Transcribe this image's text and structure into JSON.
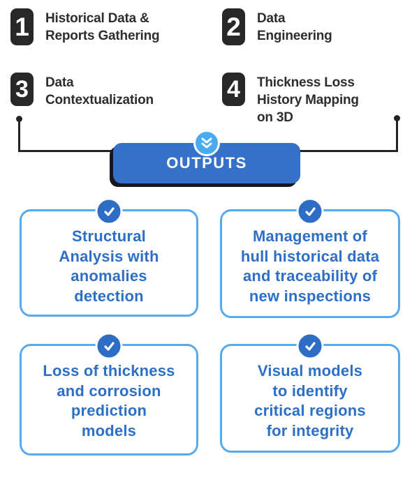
{
  "steps": [
    {
      "number": "1",
      "title": "Historical Data &\nReports Gathering"
    },
    {
      "number": "2",
      "title": "Data\nEngineering"
    },
    {
      "number": "3",
      "title": "Data\nContextualization"
    },
    {
      "number": "4",
      "title": "Thickness Loss\nHistory Mapping\non 3D"
    }
  ],
  "outputs_button": {
    "label": "OUTPUTS"
  },
  "output_cards": [
    {
      "text": "Structural\nAnalysis with\nanomalies\ndetection"
    },
    {
      "text": "Management of\nhull historical data\nand traceability of\nnew inspections"
    },
    {
      "text": "Loss of thickness\nand corrosion\nprediction\nmodels"
    },
    {
      "text": "Visual models\nto identify\ncritical regions\nfor integrity"
    }
  ],
  "icons": {
    "button_icon": "double-chevron-down",
    "card_icon": "checkmark"
  },
  "colors": {
    "step_badge": "#282828",
    "step_text": "#2d2d2d",
    "connector": "#232323",
    "button_blue": "#3671c9",
    "button_shadow": "#17171f",
    "chevron_circle_blue": "#48abf1",
    "card_border": "#57a9ec",
    "card_text_blue": "#2c6fc6",
    "check_circle_blue": "#2d6dc6"
  }
}
